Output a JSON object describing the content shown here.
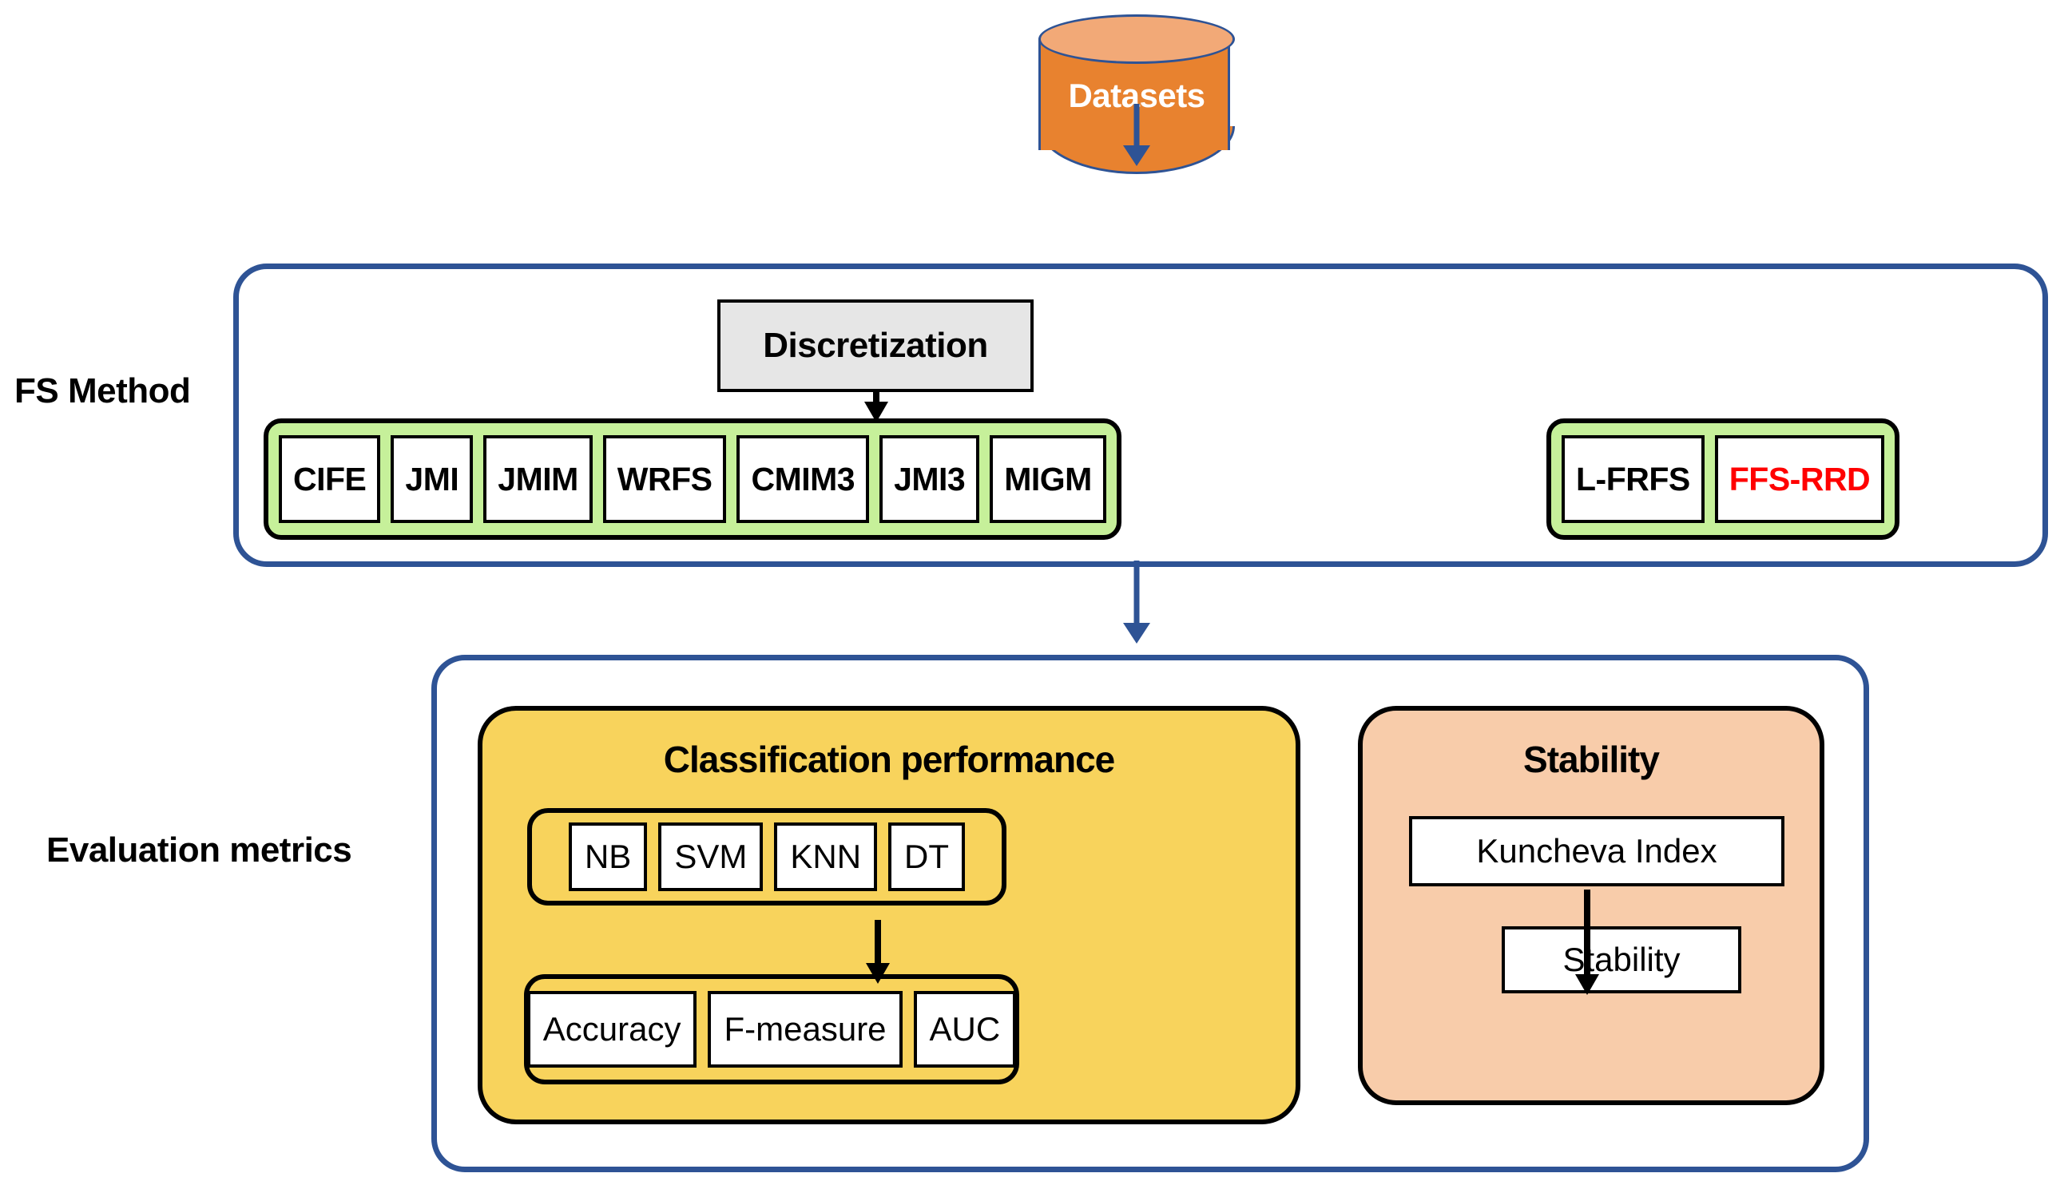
{
  "labels": {
    "fs_method": "FS Method",
    "evaluation_metrics": "Evaluation metrics"
  },
  "datasets": {
    "label": "Datasets",
    "shape": "cylinder-icon",
    "body_color": "#E8822F",
    "top_color": "#F2A977",
    "border_color": "#2E5395",
    "text_color": "#FFFFFF"
  },
  "fs_method": {
    "discretization": {
      "label": "Discretization",
      "fill": "#E6E6E6"
    },
    "groups": [
      {
        "name": "information-theoretic-methods",
        "fill": "#C6F09A",
        "items": [
          {
            "label": "CIFE",
            "highlight": false
          },
          {
            "label": "JMI",
            "highlight": false
          },
          {
            "label": "JMIM",
            "highlight": false
          },
          {
            "label": "WRFS",
            "highlight": false
          },
          {
            "label": "CMIM3",
            "highlight": false
          },
          {
            "label": "JMI3",
            "highlight": false
          },
          {
            "label": "MIGM",
            "highlight": false
          }
        ]
      },
      {
        "name": "fuzzy-rough-methods",
        "fill": "#C6F09A",
        "items": [
          {
            "label": "L-FRFS",
            "highlight": false
          },
          {
            "label": "FFS-RRD",
            "highlight": true
          }
        ]
      }
    ],
    "highlight_color": "#FF0000"
  },
  "evaluation": {
    "classification": {
      "title": "Classification performance",
      "fill": "#F8D35C",
      "classifiers": [
        "NB",
        "SVM",
        "KNN",
        "DT"
      ],
      "measures": [
        "Accuracy",
        "F-measure",
        "AUC"
      ]
    },
    "stability": {
      "title": "Stability",
      "fill": "#F8CCAA",
      "index_label": "Kuncheva Index",
      "output_label": "Stability"
    }
  },
  "colors": {
    "panel_border": "#2E5395",
    "arrow_blue": "#2E5395",
    "arrow_black": "#000000"
  }
}
